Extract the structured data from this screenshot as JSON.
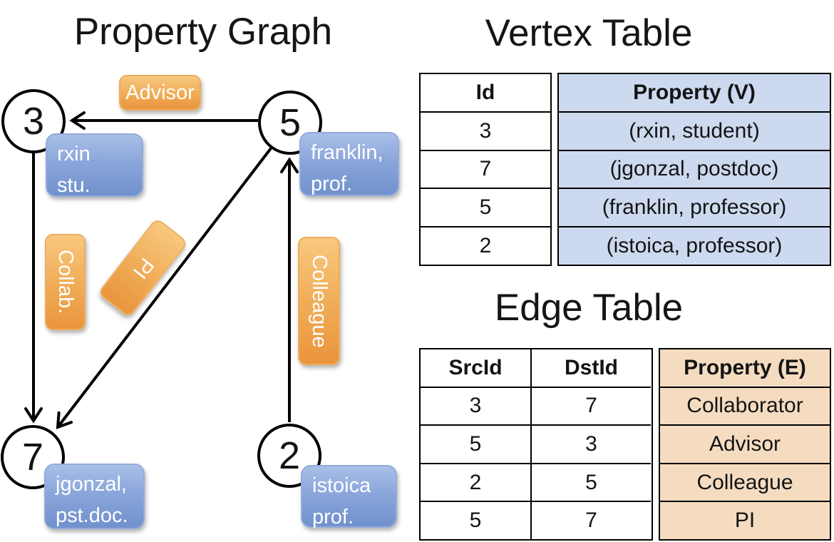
{
  "graph": {
    "title": "Property Graph",
    "nodes": [
      {
        "id": "3",
        "property": "rxin\nstu."
      },
      {
        "id": "5",
        "property": "franklin,\nprof."
      },
      {
        "id": "7",
        "property": "jgonzal,\npst.doc."
      },
      {
        "id": "2",
        "property": "istoica\nprof."
      }
    ],
    "edge_labels": {
      "advisor": "Advisor",
      "collab": "Collab.",
      "pi": "PI",
      "colleague": "Colleague"
    },
    "edges": [
      {
        "from": "5",
        "to": "3",
        "label": "Advisor"
      },
      {
        "from": "3",
        "to": "7",
        "label": "Collab."
      },
      {
        "from": "5",
        "to": "7",
        "label": "PI"
      },
      {
        "from": "2",
        "to": "5",
        "label": "Colleague"
      }
    ]
  },
  "vertex_table": {
    "title": "Vertex Table",
    "columns": {
      "id": "Id",
      "property": "Property (V)"
    },
    "ids": [
      "3",
      "7",
      "5",
      "2"
    ],
    "properties": [
      "(rxin, student)",
      "(jgonzal, postdoc)",
      "(franklin, professor)",
      "(istoica, professor)"
    ]
  },
  "edge_table": {
    "title": "Edge Table",
    "columns": {
      "src": "SrcId",
      "dst": "DstId",
      "property": "Property (E)"
    },
    "src_ids": [
      "3",
      "5",
      "2",
      "5"
    ],
    "dst_ids": [
      "7",
      "3",
      "5",
      "7"
    ],
    "properties": [
      "Collaborator",
      "Advisor",
      "Colleague",
      "PI"
    ]
  },
  "colors": {
    "vertex_box_top": "#a9bfe7",
    "vertex_box_bottom": "#7191cd",
    "edge_box_top": "#f7c87e",
    "edge_box_bottom": "#e9953c",
    "vertex_table_property_bg": "#cdd9ef",
    "edge_table_property_bg": "#f5dcc1",
    "line_color": "#000000"
  }
}
